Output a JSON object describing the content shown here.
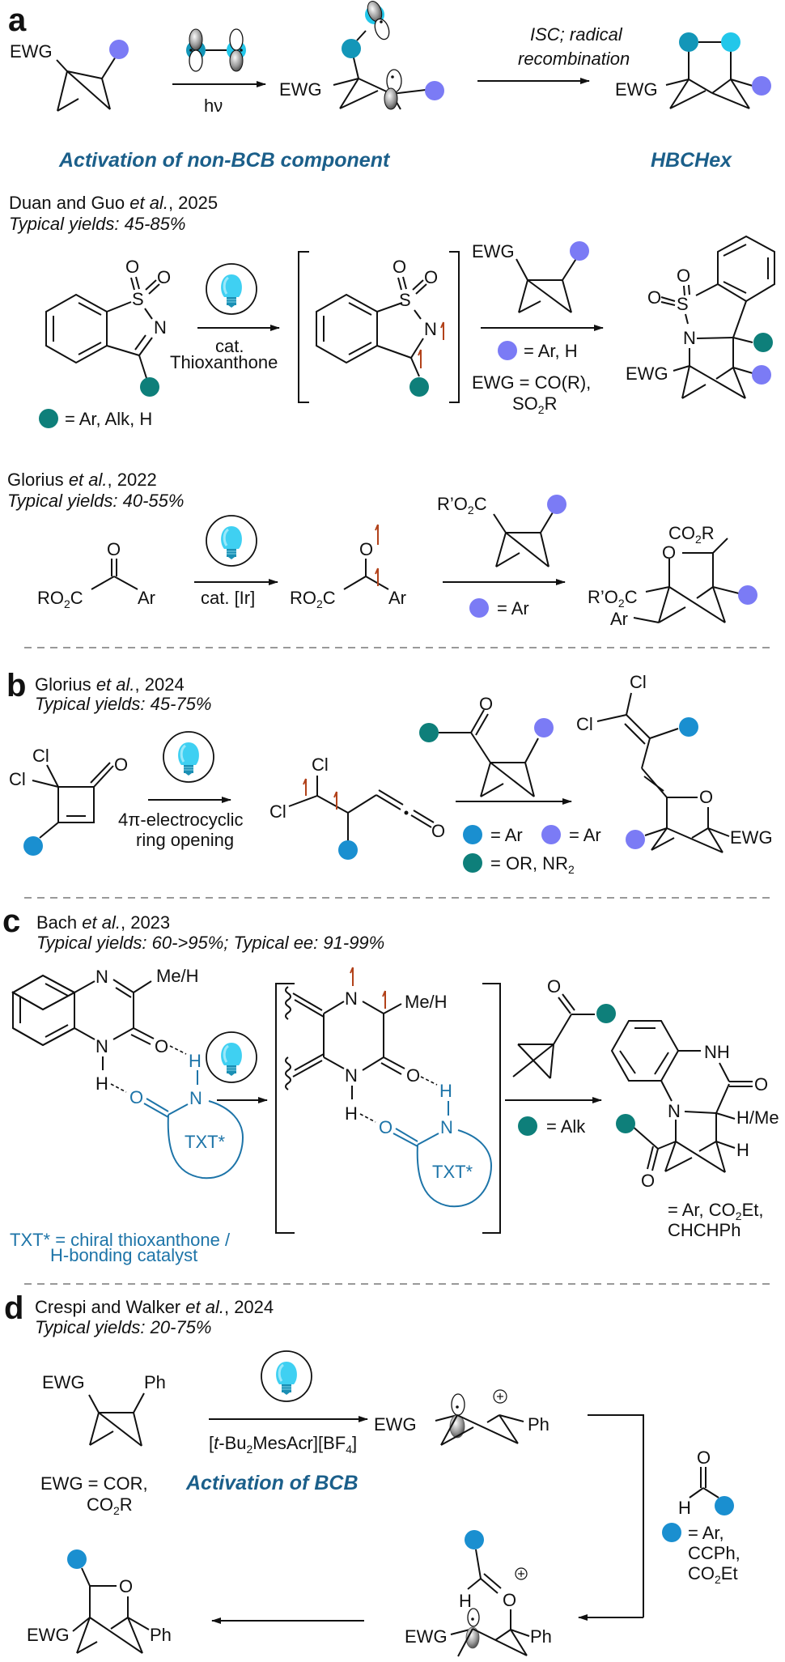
{
  "colors": {
    "purple_dot": "#7b7bf5",
    "teal_dot": "#0e7f7a",
    "blue_dot": "#1a8fd0",
    "cyan_dot": "#22c7ea",
    "darkcyan_dot": "#1396b8",
    "headline": "#1b5f8a",
    "catalyst_blue": "#1d74a8",
    "spin_arrow": "#b2421a"
  },
  "panel_a": {
    "label": "a",
    "ewg": "EWG",
    "hv": "hν",
    "step2": [
      "ISC; radical",
      "recombination"
    ],
    "headline_left": "Activation of non-BCB component",
    "headline_right": "HBCHex",
    "rxn1": {
      "authors": "Duan and Guo",
      "etal": "et al.",
      "year": ", 2025",
      "yields": "Typical yields: 45-85%",
      "catalyst": [
        "cat.",
        "Thioxanthone"
      ],
      "teal_def": "= Ar, Alk, H",
      "purple_def": "= Ar, H",
      "ewg_def": [
        "EWG = CO(R),",
        "SO",
        "2",
        "R"
      ],
      "atoms": {
        "S": "S",
        "N": "N",
        "O": "O"
      }
    },
    "rxn2": {
      "authors": "Glorius",
      "etal": "et al.",
      "year": ", 2022",
      "yields": "Typical yields: 40-55%",
      "catalyst": "cat. [Ir]",
      "purple_def": "= Ar",
      "ester_left": [
        "RO",
        "2",
        "C"
      ],
      "ester_bcb": [
        "R’O",
        "2",
        "C"
      ],
      "ar": "Ar",
      "co2r": [
        "CO",
        "2",
        "R"
      ]
    }
  },
  "panel_b": {
    "label": "b",
    "authors": "Glorius",
    "etal": "et al.",
    "year": ", 2024",
    "yields": "Typical yields: 45-75%",
    "conditions": [
      "4π-electrocyclic",
      "ring opening"
    ],
    "blue_def": "= Ar",
    "purple_def": "= Ar",
    "teal_def": [
      "= OR, NR",
      "2"
    ],
    "cl": "Cl",
    "ewg": "EWG"
  },
  "panel_c": {
    "label": "c",
    "authors": "Bach",
    "etal": "et al.",
    "year": ", 2023",
    "yields": "Typical yields: 60->95%; Typical ee: 91-99%",
    "mesub": "Me/H",
    "hme": "H/Me",
    "txt": "TXT*",
    "catalyst_def": [
      "TXT* = chiral thioxanthone /",
      "H-bonding catalyst"
    ],
    "teal_def": "= Alk",
    "product_def": [
      "= Ar, CO",
      "2",
      "Et,",
      "CHCHPh"
    ],
    "nh": "NH"
  },
  "panel_d": {
    "label": "d",
    "authors": "Crespi and Walker",
    "etal": "et al.",
    "year": ", 2024",
    "yields": "Typical yields: 20-75%",
    "catalyst": [
      "[",
      "t",
      "-Bu",
      "2",
      "MesAcr][BF",
      "4",
      "]"
    ],
    "ewg_def": [
      "EWG = COR,",
      "CO",
      "2",
      "R"
    ],
    "headline": "Activation of BCB",
    "blue_def": [
      "= Ar,",
      "CCPh,",
      "CO",
      "2",
      "Et"
    ],
    "ph": "Ph",
    "ewg": "EWG"
  }
}
